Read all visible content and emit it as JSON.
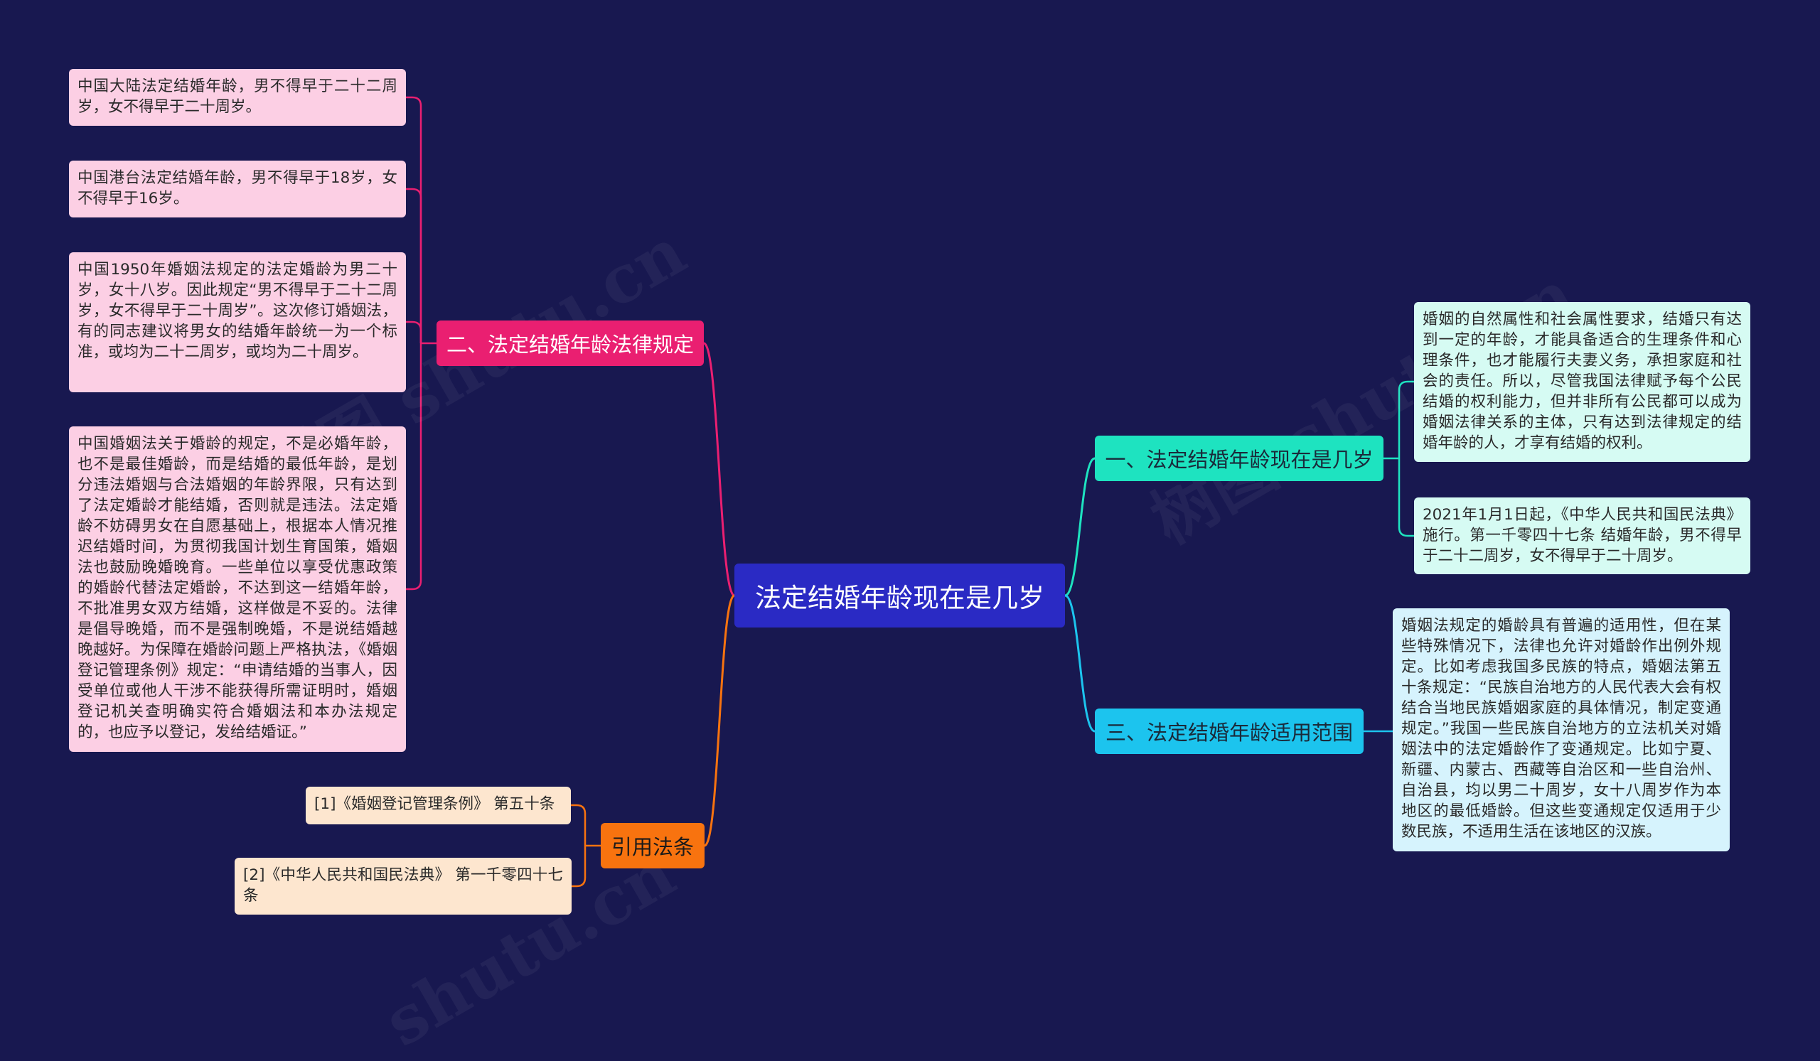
{
  "colors": {
    "background": "#181850",
    "root": "#2a2ac4",
    "branch_pink": "#ea1f71",
    "branch_orange": "#f8730f",
    "branch_teal": "#1ee3c0",
    "branch_cyan": "#1cc4ee"
  },
  "root": {
    "label": "法定结婚年龄现在是几岁"
  },
  "branches": {
    "law": {
      "label": "二、法定结婚年龄法律规定",
      "items": [
        "中国大陆法定结婚年龄，男不得早于二十二周岁，女不得早于二十周岁。",
        "中国港台法定结婚年龄，男不得早于18岁，女不得早于16岁。",
        "中国1950年婚姻法规定的法定婚龄为男二十岁，女十八岁。因此规定“男不得早于二十二周岁，女不得早于二十周岁”。这次修订婚姻法，有的同志建议将男女的结婚年龄统一为一个标准，或均为二十二周岁，或均为二十周岁。",
        "中国婚姻法关于婚龄的规定，不是必婚年龄，也不是最佳婚龄，而是结婚的最低年龄，是划分违法婚姻与合法婚姻的年龄界限，只有达到了法定婚龄才能结婚，否则就是违法。法定婚龄不妨碍男女在自愿基础上，根据本人情况推迟结婚时间，为贯彻我国计划生育国策，婚姻法也鼓励晚婚晚育。一些单位以享受优惠政策的婚龄代替法定婚龄，不达到这一结婚年龄，不批准男女双方结婚，这样做是不妥的。法律是倡导晚婚，而不是强制晚婚，不是说结婚越晚越好。为保障在婚龄问题上严格执法，《婚姻登记管理条例》规定：“申请结婚的当事人，因受单位或他人干涉不能获得所需证明时，婚姻登记机关查明确实符合婚姻法和本办法规定的，也应予以登记，发给结婚证。”"
      ]
    },
    "cite": {
      "label": "引用法条",
      "items": [
        "[1]《婚姻登记管理条例》 第五十条",
        "[2]《中华人民共和国民法典》 第一千零四十七条"
      ]
    },
    "now": {
      "label": "一、法定结婚年龄现在是几岁",
      "items": [
        "婚姻的自然属性和社会属性要求，结婚只有达到一定的年龄，才能具备适合的生理条件和心理条件，也才能履行夫妻义务，承担家庭和社会的责任。所以，尽管我国法律赋予每个公民结婚的权利能力，但并非所有公民都可以成为婚姻法律关系的主体，只有达到法律规定的结婚年龄的人，才享有结婚的权利。",
        "2021年1月1日起，《中华人民共和国民法典》施行。第一千零四十七条 结婚年龄，男不得早于二十二周岁，女不得早于二十周岁。"
      ]
    },
    "scope": {
      "label": "三、法定结婚年龄适用范围",
      "items": [
        "婚姻法规定的婚龄具有普遍的适用性，但在某些特殊情况下，法律也允许对婚龄作出例外规定。比如考虑我国多民族的特点，婚姻法第五十条规定：“民族自治地方的人民代表大会有权结合当地民族婚姻家庭的具体情况，制定变通规定。”我国一些民族自治地方的立法机关对婚姻法中的法定婚龄作了变通规定。比如宁夏、新疆、内蒙古、西藏等自治区和一些自治州、自治县，均以男二十周岁，女十八周岁作为本地区的最低婚龄。但这些变通规定仅适用于少数民族，不适用生活在该地区的汉族。"
      ]
    }
  }
}
